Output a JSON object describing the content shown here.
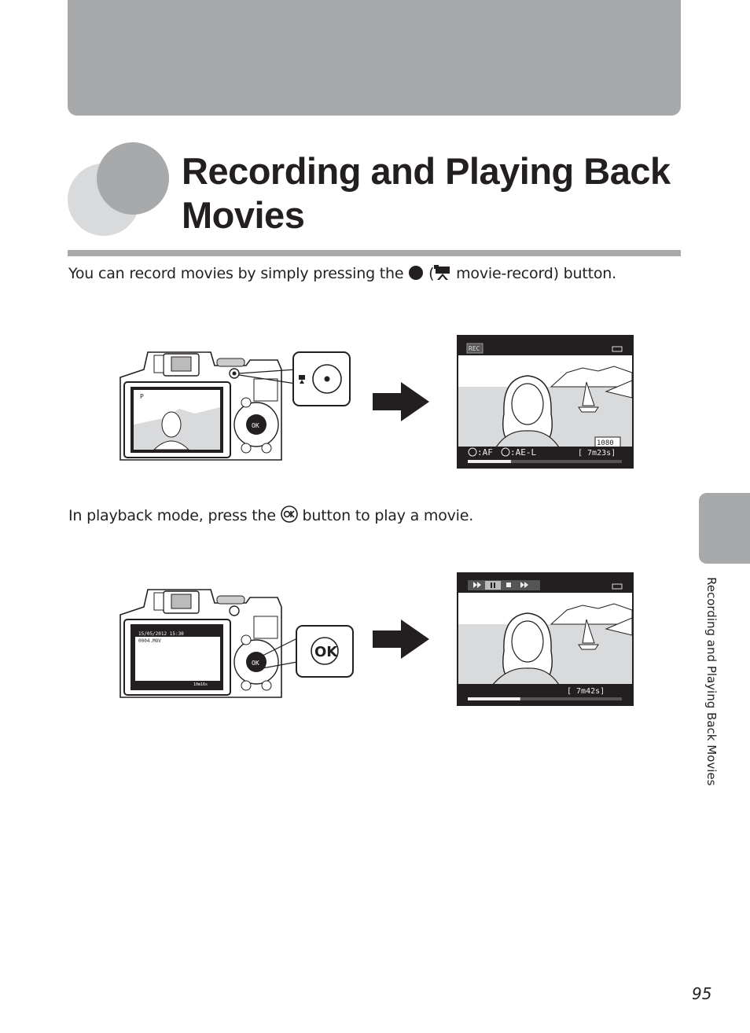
{
  "page": {
    "title": "Recording and Playing Back Movies",
    "intro_before": "You can record movies by simply pressing the",
    "intro_paren_open": "(",
    "intro_after": " movie-record) button.",
    "playback_before": "In playback mode, press the",
    "playback_after": " button to play a movie.",
    "side_tab_label": "Recording and Playing Back Movies",
    "page_number": "95"
  },
  "figure_record": {
    "rec_indicator": "REC",
    "af_label": ":AF",
    "ael_label": ":AE-L",
    "movie_size_badge": "1080",
    "remaining_time": "[ 7m23s]",
    "camera_lcd_mode": "P",
    "progress_fraction": 0.28
  },
  "figure_playback": {
    "ok_callout_label": "OK",
    "remaining_time": "[   7m42s]",
    "camera_lcd_datetime": "15/05/2012 15:30",
    "camera_lcd_filename": "0004.MOV",
    "camera_lcd_duration": "10m16s",
    "progress_fraction": 0.34
  }
}
